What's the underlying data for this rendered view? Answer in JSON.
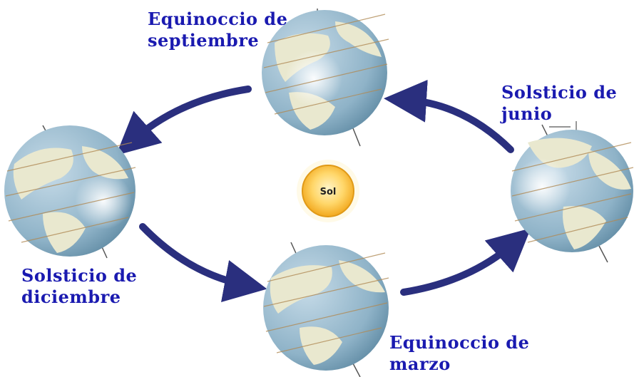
{
  "labels": {
    "september": {
      "line1": "Equinoccio de",
      "line2": "septiembre"
    },
    "june": {
      "line1": "Solsticio de",
      "line2": "junio"
    },
    "december": {
      "line1": "Solsticio de",
      "line2": "diciembre"
    },
    "march": {
      "line1": "Equinoccio de",
      "line2": "marzo"
    }
  },
  "sun": {
    "label": "Sol"
  },
  "colors": {
    "label_text": "#1a1ab0",
    "arrow": "#2a2f7e",
    "ocean": "#8fb3c8",
    "land": "#e9e8cf",
    "sun_outer": "#f2a81e",
    "sun_inner": "#ffe9a0"
  }
}
